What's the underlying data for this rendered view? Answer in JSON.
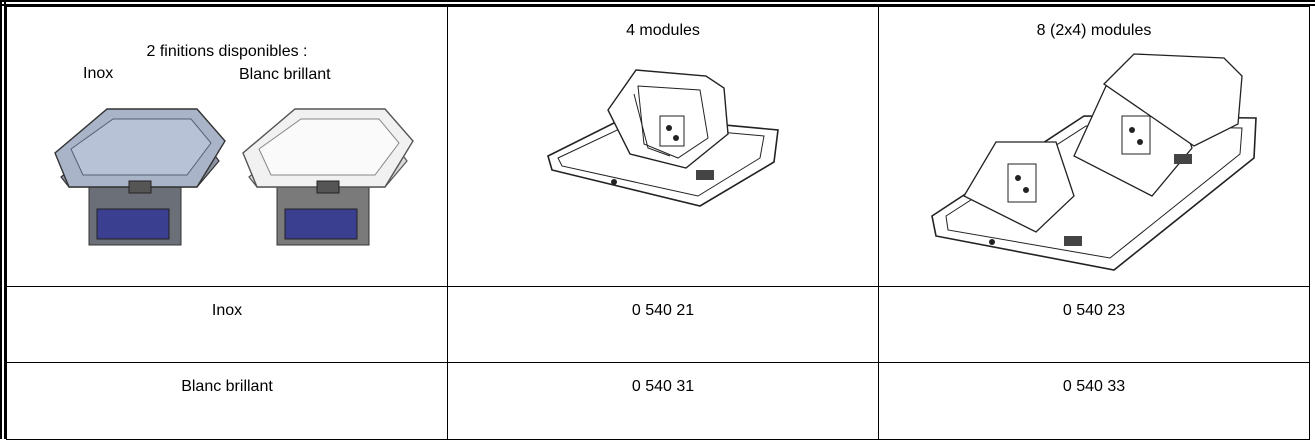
{
  "table": {
    "header": {
      "finishes_title": "2 finitions disponibles :",
      "finish_1": "Inox",
      "finish_2": "Blanc brillant",
      "col2": "4 modules",
      "col3": "8 (2x4) modules"
    },
    "rows": [
      {
        "label": "Inox",
        "ref_4": "0 540 21",
        "ref_8": "0 540 23"
      },
      {
        "label": "Blanc brillant",
        "ref_4": "0 540 31",
        "ref_8": "0 540 33"
      }
    ]
  },
  "icons": {
    "inox_box": "floor-box-inox-icon",
    "white_box": "floor-box-white-icon",
    "box_4_modules": "floor-box-4-modules-open-icon",
    "box_8_modules": "floor-box-8-modules-open-icon"
  }
}
